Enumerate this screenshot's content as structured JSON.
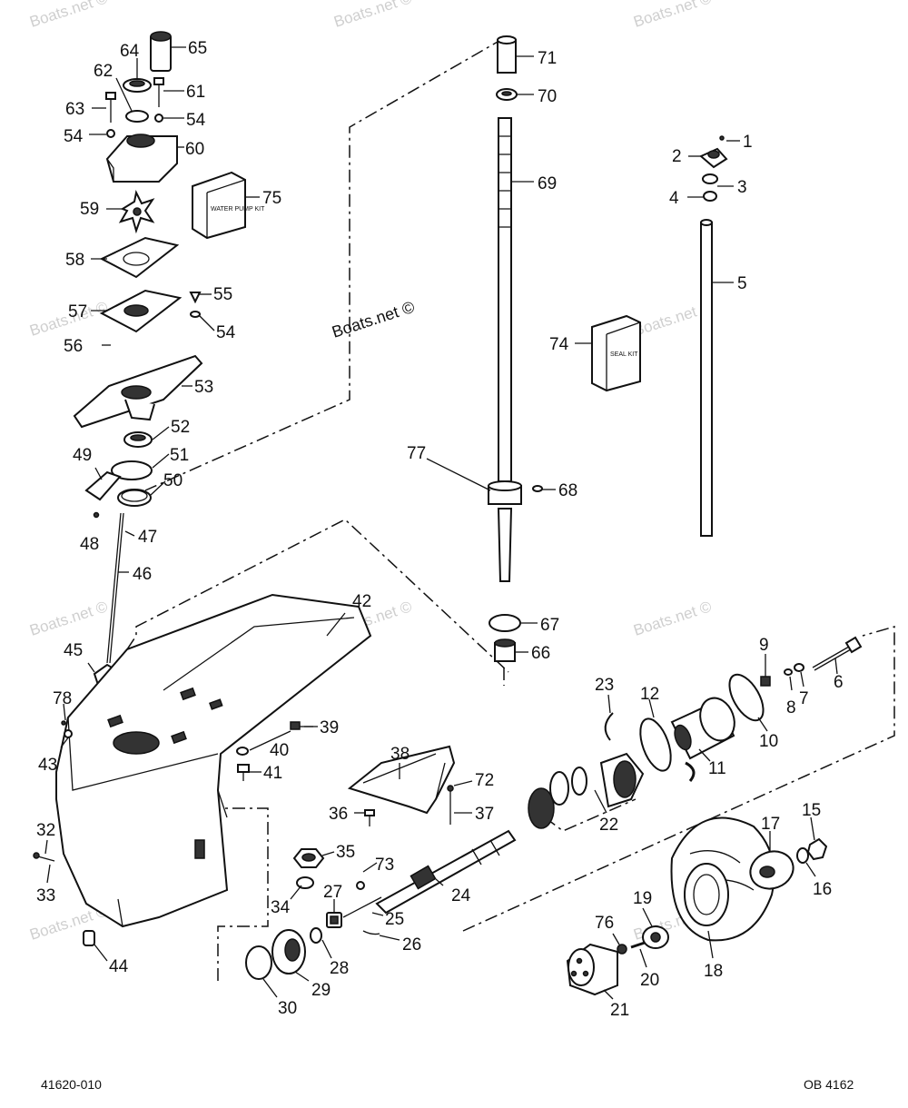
{
  "watermark": "Boats.net ©",
  "center_mark": "Boats.net ©",
  "kit_75_text": "WATER PUMP KIT",
  "kit_74_text": "SEAL KIT",
  "footer": {
    "left": "41620-010",
    "right": "OB 4162"
  },
  "callouts": {
    "p1": "1",
    "p2": "2",
    "p3": "3",
    "p4": "4",
    "p5": "5",
    "p6": "6",
    "p7": "7",
    "p8": "8",
    "p9": "9",
    "p10": "10",
    "p11": "11",
    "p12": "12",
    "p15": "15",
    "p16": "16",
    "p17": "17",
    "p18": "18",
    "p19": "19",
    "p20": "20",
    "p21": "21",
    "p22": "22",
    "p23": "23",
    "p24": "24",
    "p25": "25",
    "p26": "26",
    "p27": "27",
    "p28": "28",
    "p29": "29",
    "p30": "30",
    "p32": "32",
    "p33": "33",
    "p34": "34",
    "p35": "35",
    "p36": "36",
    "p37": "37",
    "p38": "38",
    "p39": "39",
    "p40": "40",
    "p41": "41",
    "p42": "42",
    "p43": "43",
    "p44": "44",
    "p45": "45",
    "p46": "46",
    "p47": "47",
    "p48": "48",
    "p49": "49",
    "p50": "50",
    "p51": "51",
    "p52": "52",
    "p53": "53",
    "p54a": "54",
    "p54b": "54",
    "p54c": "54",
    "p55": "55",
    "p56": "56",
    "p57": "57",
    "p58": "58",
    "p59": "59",
    "p60": "60",
    "p61": "61",
    "p62": "62",
    "p63": "63",
    "p64": "64",
    "p65": "65",
    "p66": "66",
    "p67": "67",
    "p68": "68",
    "p69": "69",
    "p70": "70",
    "p71": "71",
    "p72": "72",
    "p73": "73",
    "p74": "74",
    "p75": "75",
    "p76": "76",
    "p77": "77",
    "p78": "78"
  }
}
